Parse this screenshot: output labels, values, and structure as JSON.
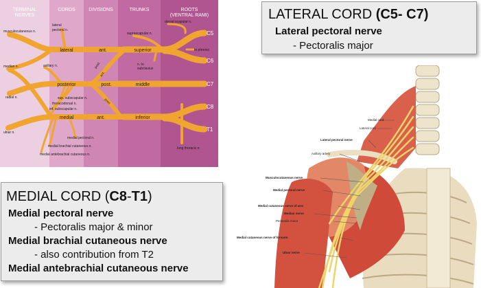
{
  "plexus": {
    "headers": {
      "terminal": [
        "TERMINAL",
        "NERVES"
      ],
      "cords": "CORDS",
      "divisions": "DIVISIONS",
      "trunks": "TRUNKS",
      "roots": [
        "ROOTS",
        "(VENTRAL RAMI)"
      ]
    },
    "roots": [
      "C5",
      "C6",
      "C7",
      "C8",
      "T1"
    ],
    "cords_labels": [
      "lateral",
      "posterior",
      "medial"
    ],
    "division_labels": [
      "ant.",
      "post.",
      "ant."
    ],
    "trunk_labels": [
      "superior",
      "middle",
      "inferior"
    ],
    "oblique_labels": [
      "post.",
      "ant.",
      "post."
    ],
    "nerve_labels": {
      "musculocutaneous": "musculocutaneous n.",
      "lateral_pectoral": [
        "lateral",
        "pectoral n."
      ],
      "median": "median n.",
      "axillary": "axillary n.",
      "radial": "radial n.",
      "ulnar": "ulnar n.",
      "sup_subscapular": "sup. subscapular n.",
      "thoracodorsal": "thoracodorsal n.",
      "inf_subscapular": "inf. subscapular n.",
      "medial_pectoral": "medial pectoral n.",
      "medial_brachial": "medial brachial cutaneous n.",
      "medial_antebrachial": "medial antebrachial cutaneous n.",
      "suprascapular": "suprascapular n.",
      "dorsal_scapular": "dorsal scapular n.",
      "to_phrenic": "to phrenic",
      "to_subclavius": [
        "n. to",
        "subclavius"
      ],
      "long_thoracic": "long thoracic n."
    },
    "colors": {
      "bg_terminal": "#ecd0e2",
      "bg_cords": "#dfa8cb",
      "bg_divisions": "#cf86b4",
      "bg_trunks": "#c06aa1",
      "bg_roots": "#b0558f",
      "nerve": "#f1a531",
      "nerve_edge": "#b8741a"
    }
  },
  "lateral_box": {
    "title_prefix": "LATERAL CORD ",
    "title_range": "(C5- C7)",
    "nerve": "Lateral pectoral nerve",
    "muscle": "- Pectoralis major"
  },
  "medial_box": {
    "title_prefix": "MEDIAL CORD (",
    "title_c8": "C8",
    "title_dash": "-",
    "title_t1": "T1",
    "title_suffix": ")",
    "lines": [
      "Medial pectoral nerve",
      "- Pectoralis major & minor",
      "Medial brachial cutaneous nerve",
      "- also contribution from T2",
      "Medial antebrachial cutaneous nerve"
    ]
  },
  "anatomy_labels": {
    "medial_cord": "Medial cord",
    "lateral_cord": "Lateral cord",
    "lateral_pectoral_nerve": "Lateral pectoral nerve",
    "axillary_artery": "Axillary artery",
    "musculocutaneous_nerve": "Musculocutaneous nerve",
    "medial_pectoral_nerve": "Medial pectoral nerve",
    "medial_cutaneous_arm": "Medial cutaneous nerve of arm",
    "median_nerve": "Median nerve",
    "pectoralis_minor": "Pectoralis minor",
    "medial_cutaneous_forearm": "Medial cutaneous nerve of forearm",
    "ulnar_nerve": "Ulnar nerve"
  }
}
